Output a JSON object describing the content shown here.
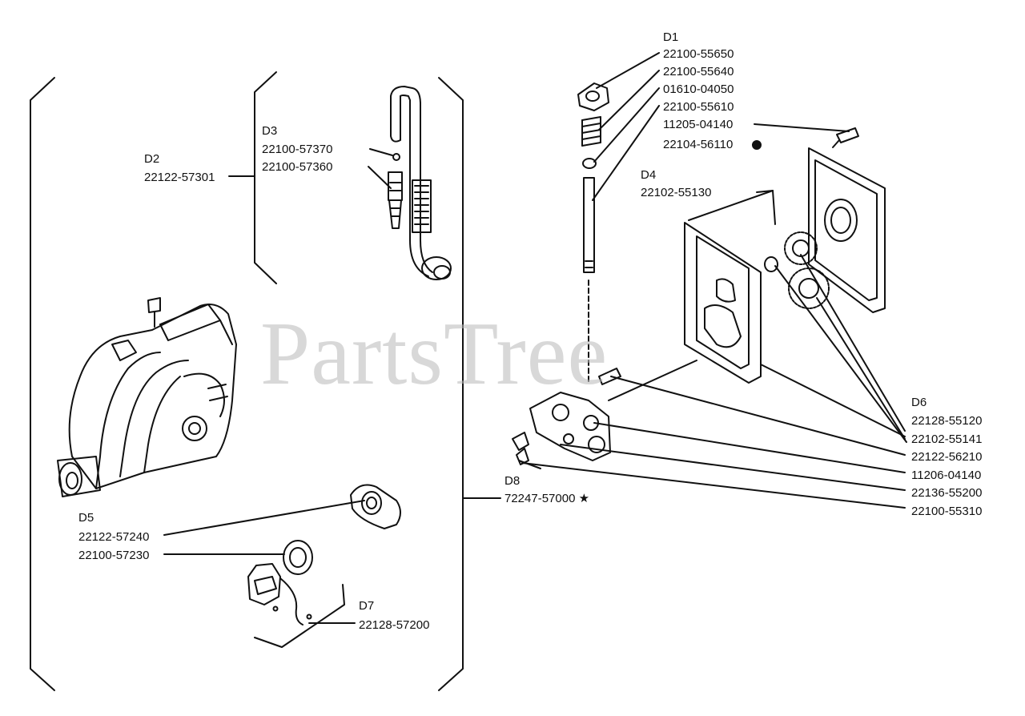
{
  "watermark": "PartsTree",
  "groups": {
    "d1": {
      "code": "D1",
      "parts": [
        "22100-55650",
        "22100-55640",
        "01610-04050",
        "22100-55610"
      ]
    },
    "extra": {
      "parts": [
        "11205-04140",
        "22104-56110"
      ]
    },
    "d2": {
      "code": "D2",
      "parts": [
        "22122-57301"
      ]
    },
    "d3": {
      "code": "D3",
      "parts": [
        "22100-57370",
        "22100-57360"
      ]
    },
    "d4": {
      "code": "D4",
      "parts": [
        "22102-55130"
      ]
    },
    "d5": {
      "code": "D5",
      "parts": [
        "22122-57240",
        "22100-57230"
      ]
    },
    "d6": {
      "code": "D6",
      "parts": [
        "22128-55120",
        "22102-55141",
        "22122-56210",
        "11206-04140",
        "22136-55200",
        "22100-55310"
      ]
    },
    "d7": {
      "code": "D7",
      "parts": [
        "22128-57200"
      ]
    },
    "d8": {
      "code": "D8",
      "parts": [
        "72247-57000 ★"
      ]
    }
  }
}
